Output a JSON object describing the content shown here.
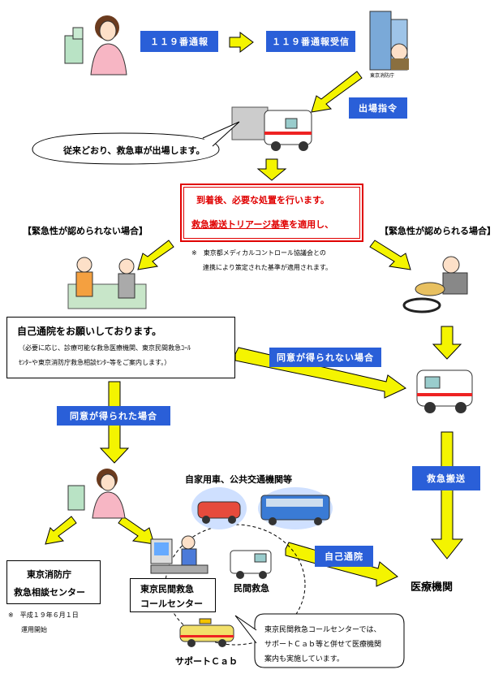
{
  "flow": {
    "call_119": "１１９番通報",
    "receive_119": "１１９番通報受信",
    "dispatch_order": "出場指令",
    "fire_dept_label": "東京消防庁",
    "ambulance_dispatch": "従来どおり、救急車が出場します。",
    "arrival_line1": "到着後、必要な処置を行います。",
    "arrival_line2_a": "救急搬送トリアージ基準",
    "arrival_line2_b": "を適用し、",
    "not_urgent": "【緊急性が認められない場合】",
    "urgent": "【緊急性が認められる場合】",
    "standard_note_line1": "※　東京都メディカルコントロール協議会との",
    "standard_note_line2": "連携により策定された基準が適用されます。",
    "self_visit_title": "自己通院をお願いしております。",
    "self_visit_line1": "（必要に応じ、診療可能な救急医療機関、東京民間救急ｺｰﾙ",
    "self_visit_line2": "ｾﾝﾀｰや東京消防庁救急相談ｾﾝﾀｰ等をご案内します。）",
    "no_consent": "同意が得られない場合",
    "consent": "同意が得られた場合",
    "emergency_transport": "救急搬送",
    "private_car": "自家用車、公共交通機関等",
    "self_visit_short": "自己通院",
    "medical_institution": "医療機関",
    "consult_center_line1": "東京消防庁",
    "consult_center_line2": "救急相談センター",
    "consult_note_line1": "※　平成１９年６月１日",
    "consult_note_line2": "運用開始",
    "private_center_line1": "東京民間救急",
    "private_center_line2": "コールセンター",
    "private_ambulance": "民間救急",
    "support_cab": "サポートＣａｂ",
    "bubble_line1": "東京民間救急コールセンターでは、",
    "bubble_line2": "サポートＣａｂ等と併せて医療機関",
    "bubble_line3": "案内も実施しています。"
  },
  "colors": {
    "blue_box": "#2a5fd8",
    "arrow_yellow": "#f4f400",
    "red_text": "#e00000"
  }
}
